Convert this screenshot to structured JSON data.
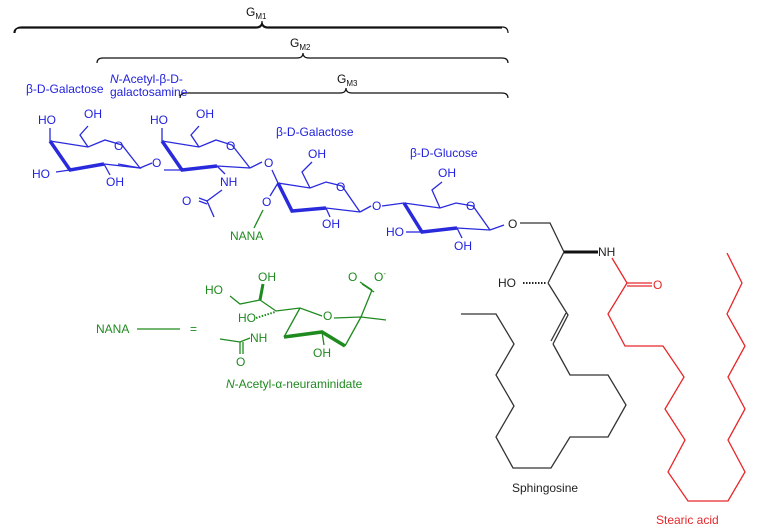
{
  "title": "Ganglioside GM1 structure",
  "colors": {
    "sugar": "#2222dd",
    "nana": "#1f8a1f",
    "sphingosine": "#222222",
    "stearic": "#e8262a"
  },
  "brackets": {
    "gm1": {
      "main": "G",
      "sub": "M1"
    },
    "gm2": {
      "main": "G",
      "sub": "M2"
    },
    "gm3": {
      "main": "G",
      "sub": "M3"
    }
  },
  "labels": {
    "galactose1": "β-D-Galactose",
    "galnac_line1_italic": "N",
    "galnac_line1_rest": "-Acetyl-β-D-",
    "galnac_line2": "galactosamine",
    "galactose2": "β-D-Galactose",
    "glucose": "β-D-Glucose",
    "nana_abbr": "NANA",
    "nana_def_abbr": "NANA",
    "equals": "=",
    "nana_full_italic": "N",
    "nana_full_rest": "-Acetyl-α-neuraminidate",
    "sphingosine": "Sphingosine",
    "stearic": "Stearic acid"
  },
  "atoms": {
    "oh": "OH",
    "ho": "HO",
    "o": "O",
    "nh": "NH",
    "o_minus": "O",
    "minus": "-"
  }
}
